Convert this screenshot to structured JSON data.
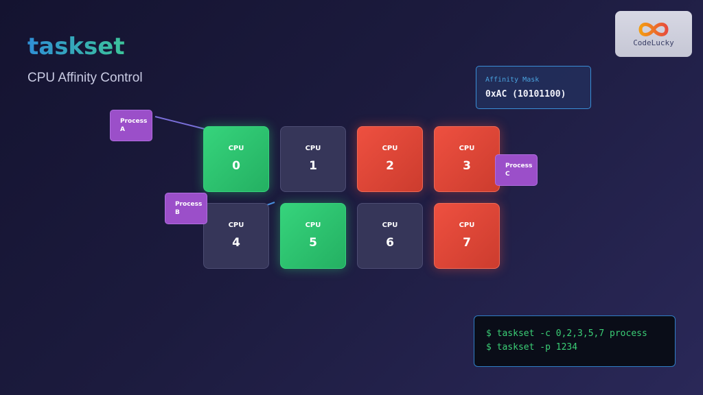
{
  "header": {
    "title": "taskset",
    "subtitle": "CPU Affinity Control"
  },
  "logo": {
    "text": "CodeLucky",
    "icon": "infinity-icon",
    "colors": [
      "#f39c12",
      "#e74c3c"
    ]
  },
  "affinity_mask": {
    "label": "Affinity Mask",
    "value": "0xAC (10101100)"
  },
  "cpus": [
    {
      "label": "CPU",
      "number": "0",
      "state": "allowed"
    },
    {
      "label": "CPU",
      "number": "1",
      "state": "idle"
    },
    {
      "label": "CPU",
      "number": "2",
      "state": "masked"
    },
    {
      "label": "CPU",
      "number": "3",
      "state": "masked"
    },
    {
      "label": "CPU",
      "number": "4",
      "state": "idle"
    },
    {
      "label": "CPU",
      "number": "5",
      "state": "allowed"
    },
    {
      "label": "CPU",
      "number": "6",
      "state": "idle"
    },
    {
      "label": "CPU",
      "number": "7",
      "state": "masked"
    }
  ],
  "processes": [
    {
      "word": "Process",
      "letter": "A"
    },
    {
      "word": "Process",
      "letter": "B"
    },
    {
      "word": "Process",
      "letter": "C"
    }
  ],
  "terminal": {
    "lines": [
      "$ taskset -c 0,2,3,5,7 process",
      "$ taskset -p 1234"
    ]
  },
  "colors": {
    "allowed": "#2ecc71",
    "masked": "#e74c3c",
    "idle": "#363659",
    "process": "#9b4fc9",
    "accent": "#3a8fd8"
  }
}
